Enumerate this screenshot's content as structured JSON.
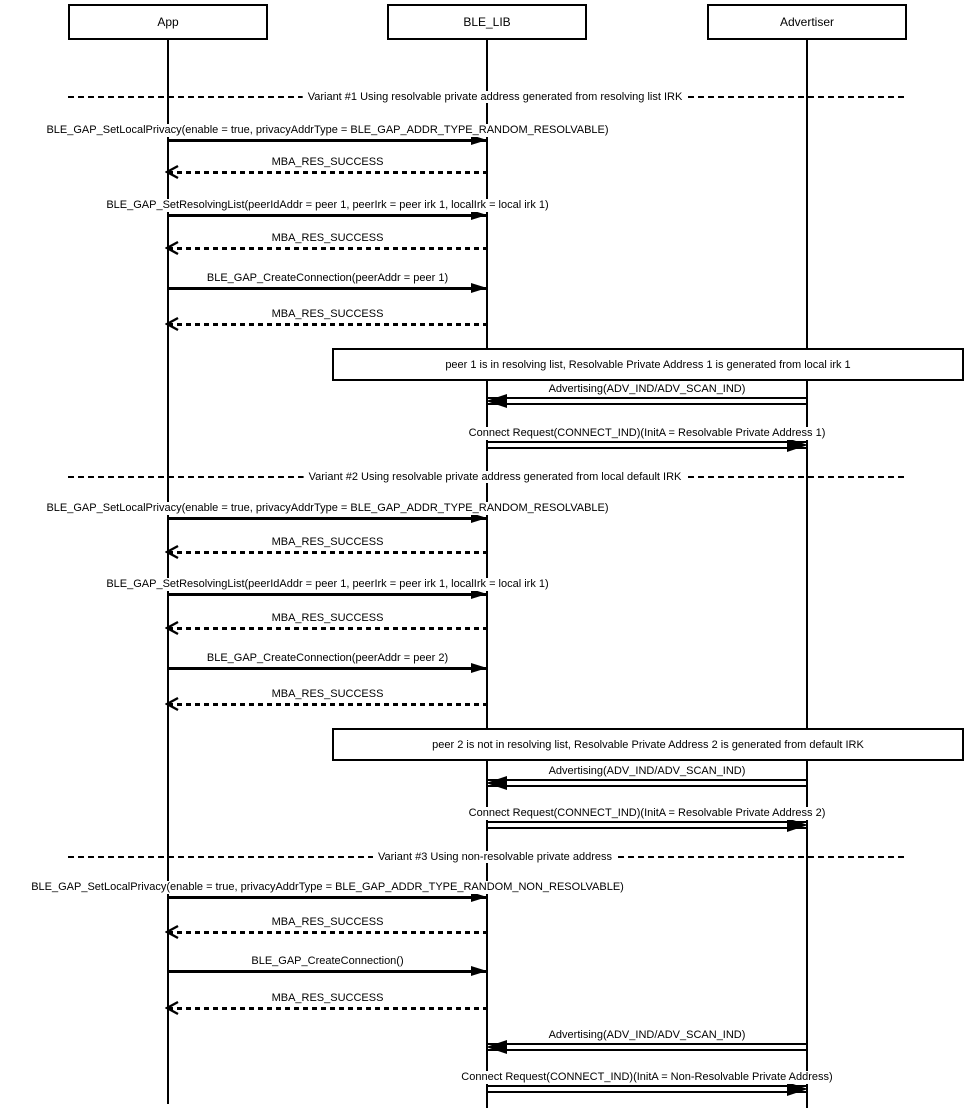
{
  "colors": {
    "background": "#ffffff",
    "stroke": "#000000",
    "text": "#000000"
  },
  "actors": [
    {
      "label": "App"
    },
    {
      "label": "BLE_LIB"
    },
    {
      "label": "Advertiser"
    }
  ],
  "sections": [
    {
      "divider": "Variant #1 Using resolvable private address generated from resolving list IRK",
      "items": [
        {
          "type": "call",
          "from": "App",
          "to": "BLE_LIB",
          "label": "BLE_GAP_SetLocalPrivacy(enable = true, privacyAddrType = BLE_GAP_ADDR_TYPE_RANDOM_RESOLVABLE)"
        },
        {
          "type": "return",
          "from": "BLE_LIB",
          "to": "App",
          "label": "MBA_RES_SUCCESS"
        },
        {
          "type": "call",
          "from": "App",
          "to": "BLE_LIB",
          "label": "BLE_GAP_SetResolvingList(peerIdAddr = peer 1, peerIrk = peer irk 1, localIrk = local irk 1)"
        },
        {
          "type": "return",
          "from": "BLE_LIB",
          "to": "App",
          "label": "MBA_RES_SUCCESS"
        },
        {
          "type": "call",
          "from": "App",
          "to": "BLE_LIB",
          "label": "BLE_GAP_CreateConnection(peerAddr = peer 1)"
        },
        {
          "type": "return",
          "from": "BLE_LIB",
          "to": "App",
          "label": "MBA_RES_SUCCESS"
        },
        {
          "type": "note",
          "label": "peer 1 is in resolving list, Resolvable Private Address 1 is generated from local irk 1"
        },
        {
          "type": "wide",
          "from": "Advertiser",
          "to": "BLE_LIB",
          "label": "Advertising(ADV_IND/ADV_SCAN_IND)"
        },
        {
          "type": "wide",
          "from": "BLE_LIB",
          "to": "Advertiser",
          "label": "Connect Request(CONNECT_IND)(InitA = Resolvable Private Address 1)"
        }
      ]
    },
    {
      "divider": "Variant #2 Using resolvable private address generated from local default IRK",
      "items": [
        {
          "type": "call",
          "from": "App",
          "to": "BLE_LIB",
          "label": "BLE_GAP_SetLocalPrivacy(enable = true, privacyAddrType = BLE_GAP_ADDR_TYPE_RANDOM_RESOLVABLE)"
        },
        {
          "type": "return",
          "from": "BLE_LIB",
          "to": "App",
          "label": "MBA_RES_SUCCESS"
        },
        {
          "type": "call",
          "from": "App",
          "to": "BLE_LIB",
          "label": "BLE_GAP_SetResolvingList(peerIdAddr = peer 1, peerIrk = peer irk 1, localIrk = local irk 1)"
        },
        {
          "type": "return",
          "from": "BLE_LIB",
          "to": "App",
          "label": "MBA_RES_SUCCESS"
        },
        {
          "type": "call",
          "from": "App",
          "to": "BLE_LIB",
          "label": "BLE_GAP_CreateConnection(peerAddr = peer 2)"
        },
        {
          "type": "return",
          "from": "BLE_LIB",
          "to": "App",
          "label": "MBA_RES_SUCCESS"
        },
        {
          "type": "note",
          "label": "peer 2 is not in resolving list, Resolvable Private Address 2 is generated from default IRK"
        },
        {
          "type": "wide",
          "from": "Advertiser",
          "to": "BLE_LIB",
          "label": "Advertising(ADV_IND/ADV_SCAN_IND)"
        },
        {
          "type": "wide",
          "from": "BLE_LIB",
          "to": "Advertiser",
          "label": "Connect Request(CONNECT_IND)(InitA = Resolvable Private Address 2)"
        }
      ]
    },
    {
      "divider": "Variant #3 Using non-resolvable private address",
      "items": [
        {
          "type": "call",
          "from": "App",
          "to": "BLE_LIB",
          "label": "BLE_GAP_SetLocalPrivacy(enable = true, privacyAddrType = BLE_GAP_ADDR_TYPE_RANDOM_NON_RESOLVABLE)"
        },
        {
          "type": "return",
          "from": "BLE_LIB",
          "to": "App",
          "label": "MBA_RES_SUCCESS"
        },
        {
          "type": "call",
          "from": "App",
          "to": "BLE_LIB",
          "label": "BLE_GAP_CreateConnection()"
        },
        {
          "type": "return",
          "from": "BLE_LIB",
          "to": "App",
          "label": "MBA_RES_SUCCESS"
        },
        {
          "type": "wide",
          "from": "Advertiser",
          "to": "BLE_LIB",
          "label": "Advertising(ADV_IND/ADV_SCAN_IND)"
        },
        {
          "type": "wide",
          "from": "BLE_LIB",
          "to": "Advertiser",
          "label": "Connect Request(CONNECT_IND)(InitA = Non-Resolvable Private Address)"
        }
      ]
    }
  ]
}
